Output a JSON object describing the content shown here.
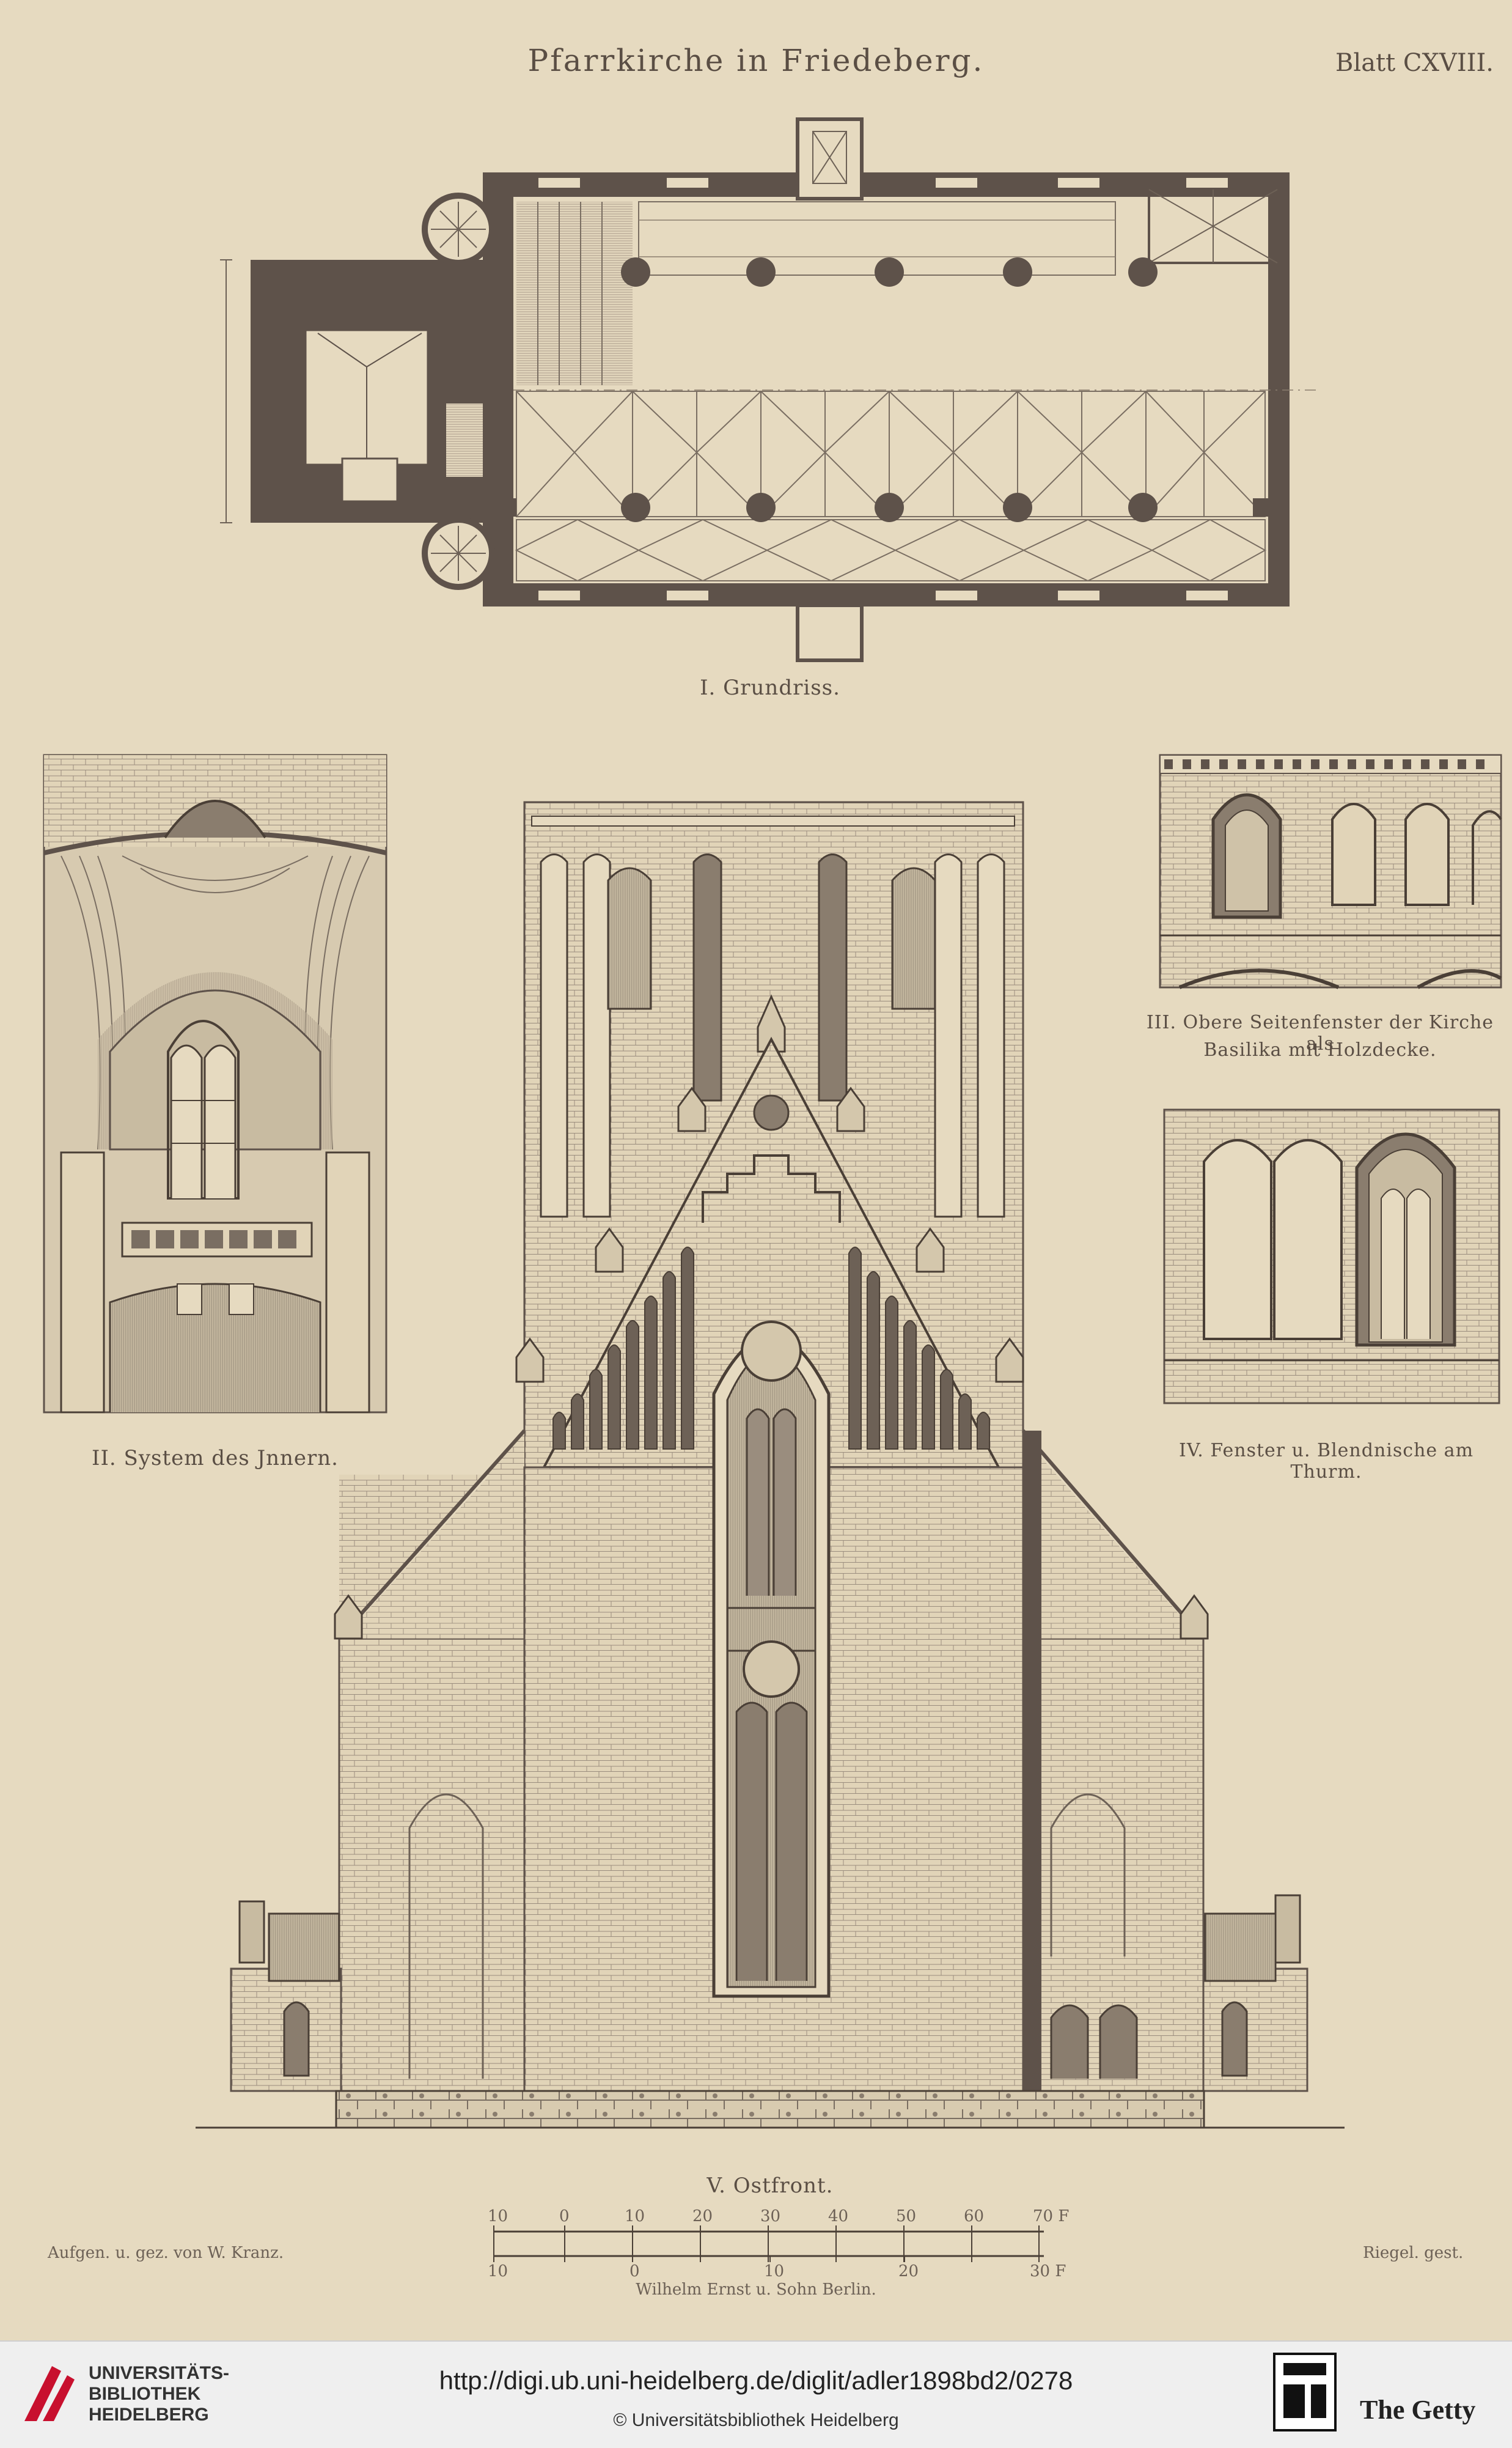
{
  "header": {
    "title": "Pfarrkirche in Friedeberg.",
    "sheet": "Blatt CXVIII."
  },
  "figures": {
    "plan": "I. Grundriss.",
    "interior": "II. System des Jnnern.",
    "upper_windows": "III. Obere Seitenfenster der Kirche als",
    "upper_windows_2": "Basilika mit Holzdecke.",
    "tower": "IV. Fenster u. Blendnische am Thurm.",
    "east": "V. Ostfront."
  },
  "scale": {
    "top": [
      "10",
      "0",
      "10",
      "20",
      "30",
      "40",
      "50",
      "60",
      "70 F"
    ],
    "bottom": [
      "10",
      "0",
      "10",
      "20",
      "30 F"
    ]
  },
  "credits": {
    "left": "Aufgen. u. gez. von W. Kranz.",
    "right": "Riegel. gest.",
    "publisher": "Wilhelm Ernst u. Sohn Berlin."
  },
  "footer": {
    "uni_line1": "UNIVERSITÄTS-",
    "uni_line2": "BIBLIOTHEK",
    "uni_line3": "HEIDELBERG",
    "url": "http://digi.ub.uni-heidelberg.de/diglit/adler1898bd2/0278",
    "copyright": "© Universitätsbibliothek Heidelberg",
    "getty": "The Getty"
  },
  "colors": {
    "paper": "#e6dac0",
    "ink": "#4a3f36",
    "wall": "#5e524a",
    "footer_bg": "#efefef",
    "uni_red": "#c8102e"
  }
}
